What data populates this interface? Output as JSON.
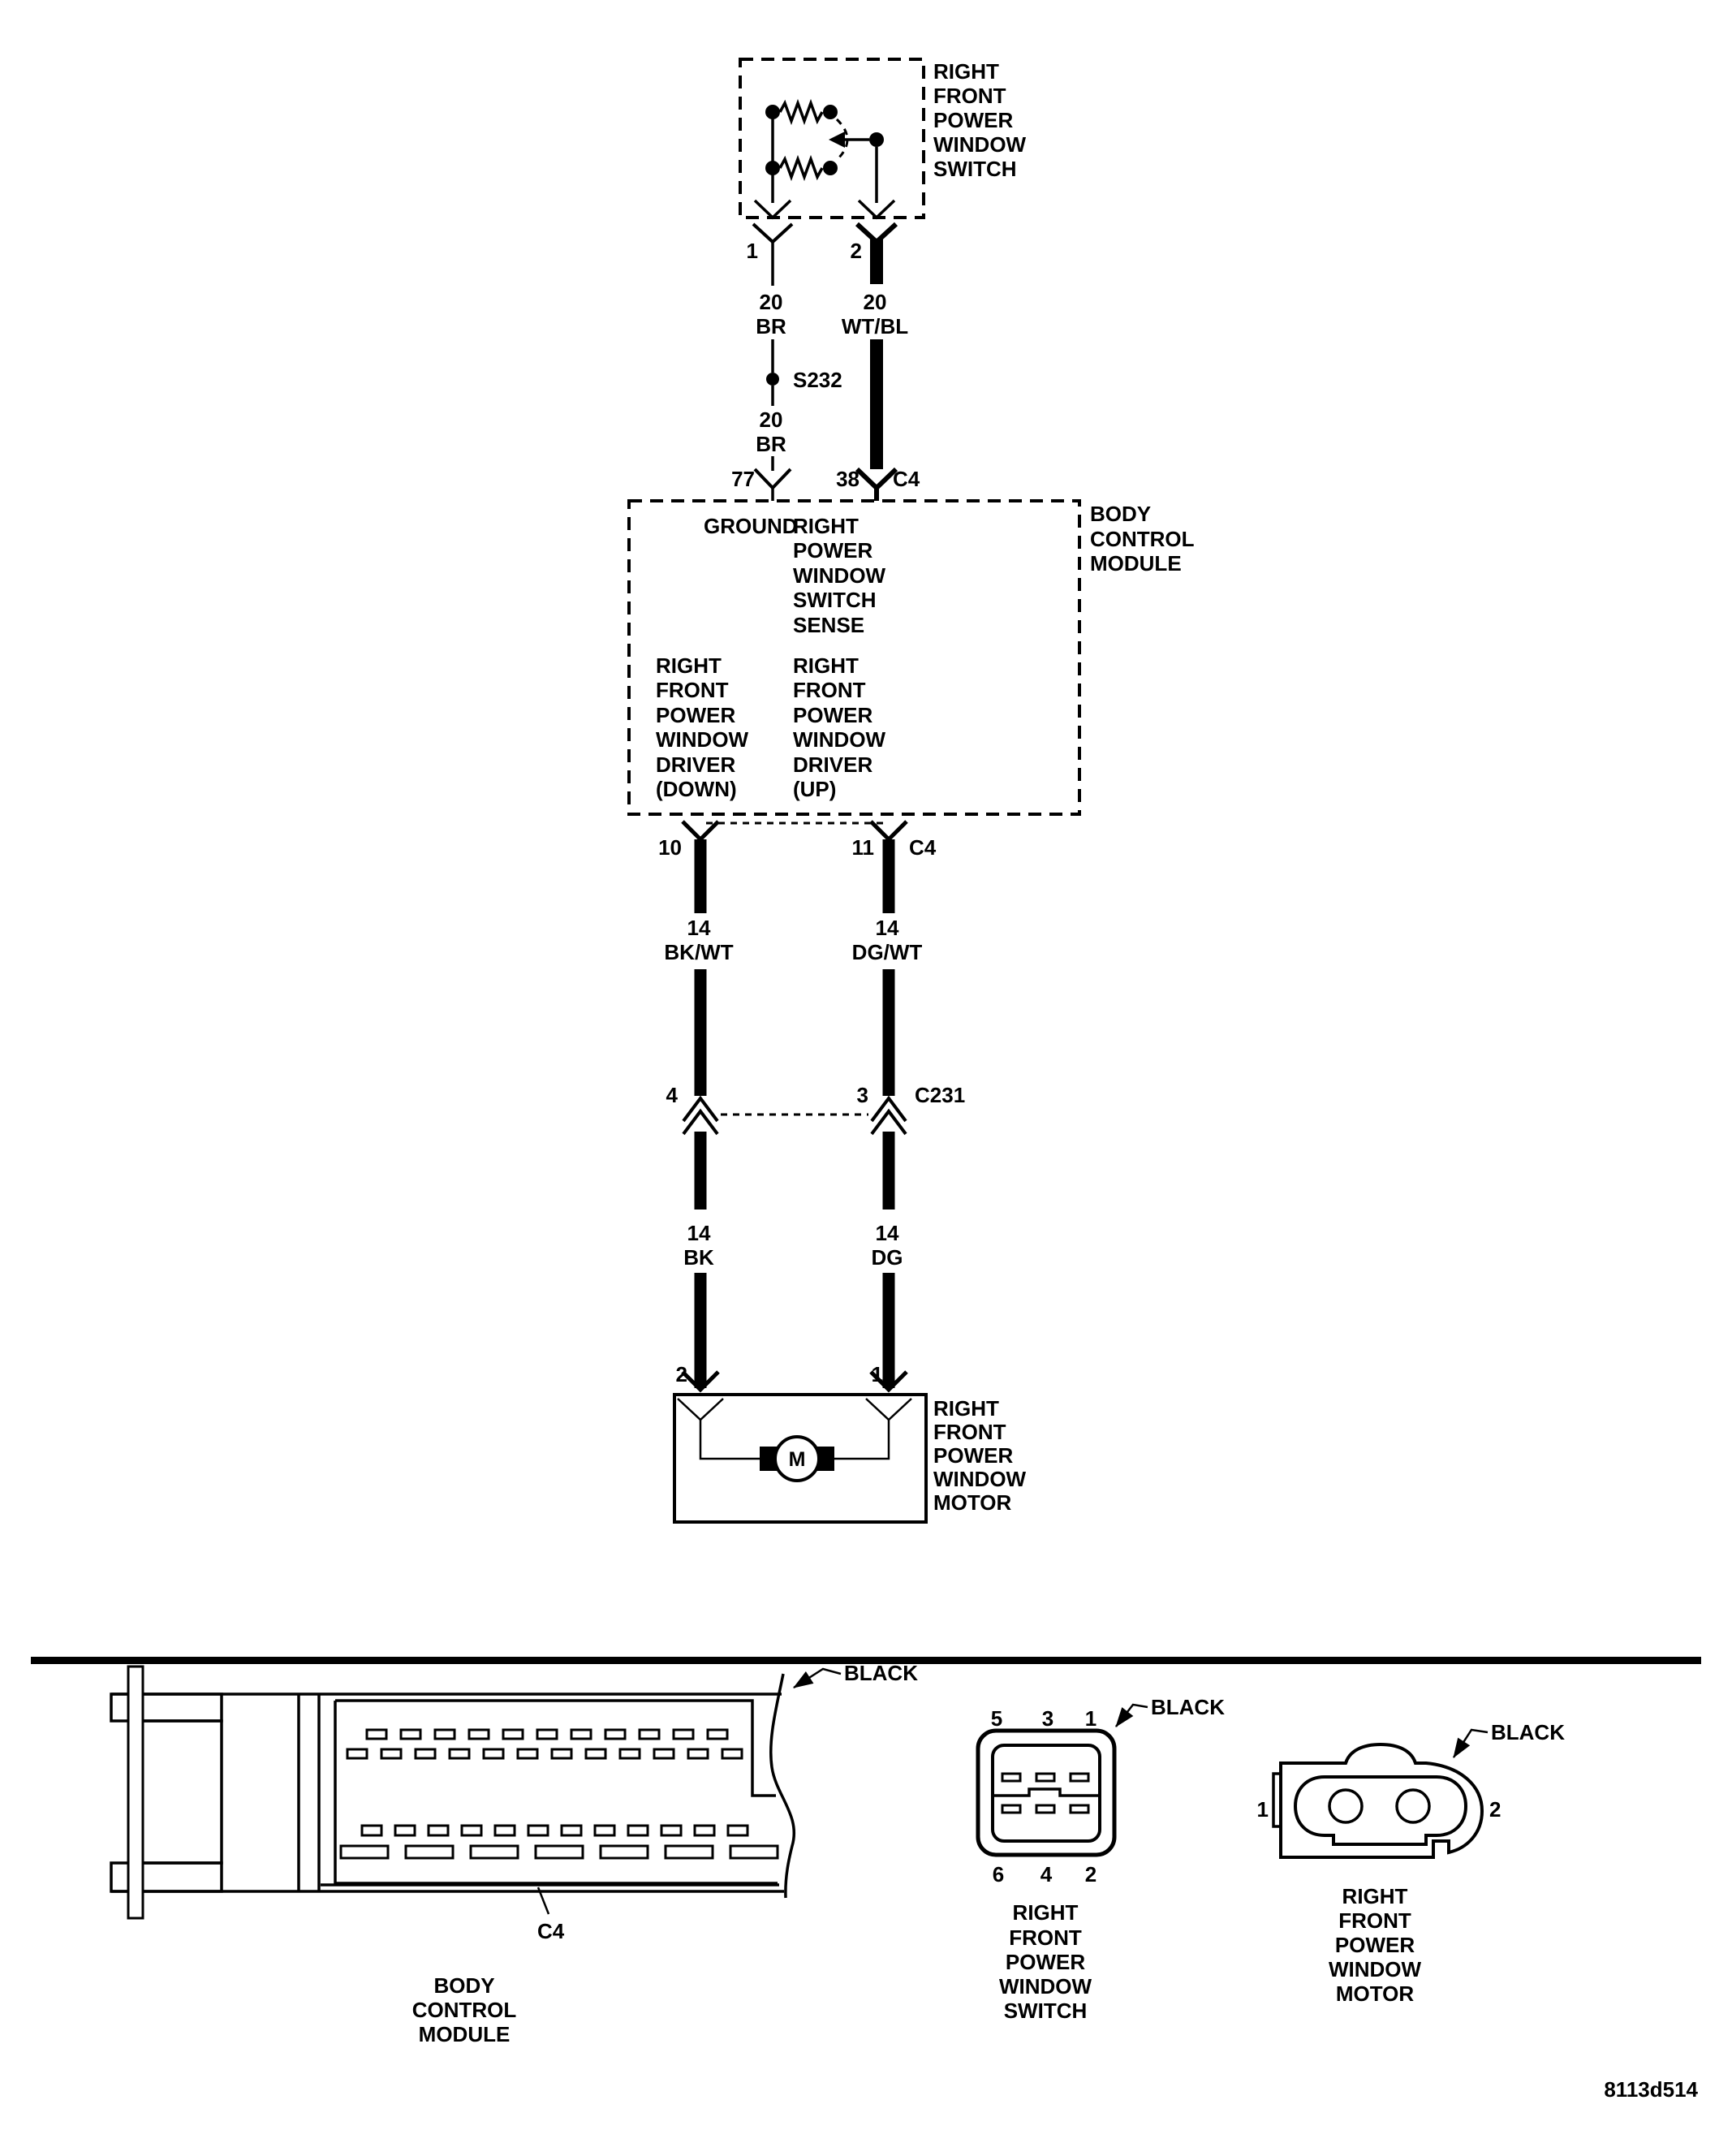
{
  "schematic": {
    "power_window_switch": {
      "name_lines": [
        "RIGHT",
        "FRONT",
        "POWER",
        "WINDOW",
        "SWITCH"
      ],
      "pin_left": "1",
      "pin_right": "2"
    },
    "wire_switch_ground": {
      "gauge": "20",
      "color": "BR"
    },
    "wire_switch_sense": {
      "gauge": "20",
      "color": "WT/BL"
    },
    "splice": "S232",
    "wire_splice_bcm": {
      "gauge": "20",
      "color": "BR"
    },
    "bcm": {
      "pin_ground": "77",
      "pin_sense": "38",
      "connector_top": "C4",
      "fn_ground": "GROUND",
      "fn_sense_lines": [
        "RIGHT",
        "POWER",
        "WINDOW",
        "SWITCH",
        "SENSE"
      ],
      "fn_down_lines": [
        "RIGHT",
        "FRONT",
        "POWER",
        "WINDOW",
        "DRIVER",
        "(DOWN)"
      ],
      "fn_up_lines": [
        "RIGHT",
        "FRONT",
        "POWER",
        "WINDOW",
        "DRIVER",
        "(UP)"
      ],
      "name_lines": [
        "BODY",
        "CONTROL",
        "MODULE"
      ],
      "pin_down": "10",
      "pin_up": "11",
      "connector_bottom": "C4"
    },
    "wire_down_upper": {
      "gauge": "14",
      "color": "BK/WT"
    },
    "wire_up_upper": {
      "gauge": "14",
      "color": "DG/WT"
    },
    "c231": {
      "pin_down": "4",
      "pin_up": "3",
      "name": "C231"
    },
    "wire_down_lower": {
      "gauge": "14",
      "color": "BK"
    },
    "wire_up_lower": {
      "gauge": "14",
      "color": "DG"
    },
    "motor": {
      "pin_down": "2",
      "pin_up": "1",
      "symbol": "M",
      "name_lines": [
        "RIGHT",
        "FRONT",
        "POWER",
        "WINDOW",
        "MOTOR"
      ]
    }
  },
  "connector_views": {
    "bcm": {
      "color": "BLACK",
      "connector": "C4",
      "caption_lines": [
        "BODY",
        "CONTROL",
        "MODULE"
      ]
    },
    "switch": {
      "color": "BLACK",
      "pins_top": [
        "5",
        "3",
        "1"
      ],
      "pins_bottom": [
        "6",
        "4",
        "2"
      ],
      "caption_lines": [
        "RIGHT",
        "FRONT",
        "POWER",
        "WINDOW",
        "SWITCH"
      ]
    },
    "motor": {
      "color": "BLACK",
      "pin_left": "1",
      "pin_right": "2",
      "caption_lines": [
        "RIGHT",
        "FRONT",
        "POWER",
        "WINDOW",
        "MOTOR"
      ]
    }
  },
  "footer": {
    "figure_code": "8113d514"
  }
}
